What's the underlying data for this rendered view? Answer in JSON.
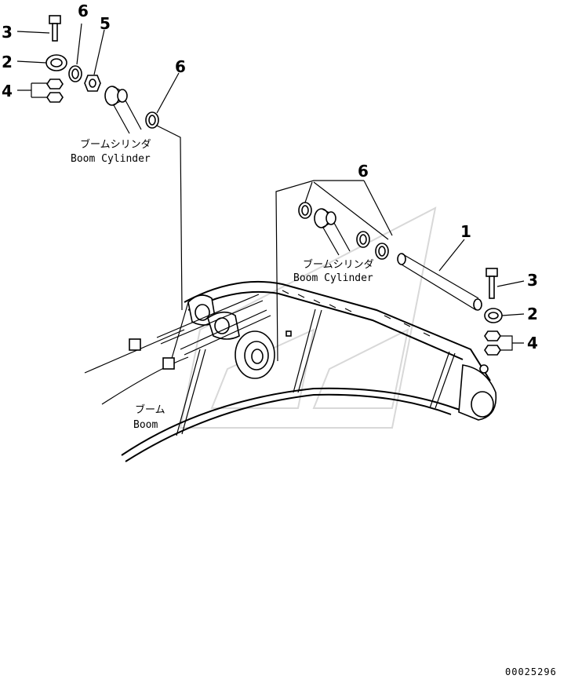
{
  "callouts": {
    "top_left_3": "3",
    "top_left_2": "2",
    "top_left_4": "4",
    "top_left_6a": "6",
    "top_left_5": "5",
    "top_left_6b": "6",
    "center_6": "6",
    "right_1": "1",
    "right_3": "3",
    "right_2": "2",
    "right_4": "4"
  },
  "captions": {
    "boom_cylinder_left_jp": "ブームシリンダ",
    "boom_cylinder_left_en": "Boom Cylinder",
    "boom_cylinder_center_jp": "ブームシリンダ",
    "boom_cylinder_center_en": "Boom Cylinder",
    "boom_jp": "ブーム",
    "boom_en": "Boom"
  },
  "document_number": "00025296"
}
